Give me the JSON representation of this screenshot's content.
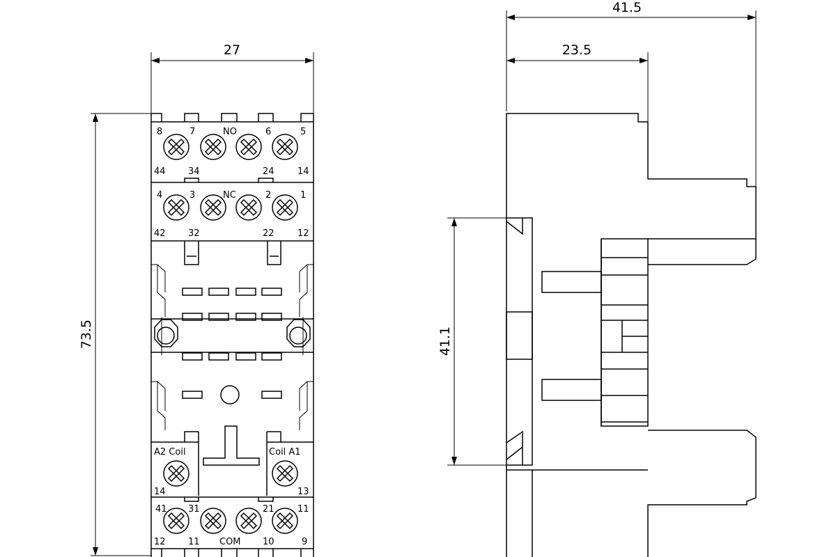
{
  "dimensions": {
    "front_width": "27",
    "front_height": "73.5",
    "side_total_depth": "41.5",
    "side_partial_depth": "23.5",
    "side_rail_height": "41.1"
  },
  "terminals": {
    "row1_top": [
      "8",
      "7",
      "NO",
      "6",
      "5"
    ],
    "row1_bottom": [
      "44",
      "34",
      "24",
      "14"
    ],
    "row2_top": [
      "4",
      "3",
      "NC",
      "2",
      "1"
    ],
    "row2_bottom": [
      "42",
      "32",
      "22",
      "12"
    ],
    "coil_left_top": "A2 Coil",
    "coil_left_bottom": "14",
    "coil_right_top": "Coil A1",
    "coil_right_bottom": "13",
    "row4_top": [
      "41",
      "31",
      "21",
      "11"
    ],
    "row4_bottom": [
      "12",
      "11",
      "COM",
      "10",
      "9"
    ]
  }
}
